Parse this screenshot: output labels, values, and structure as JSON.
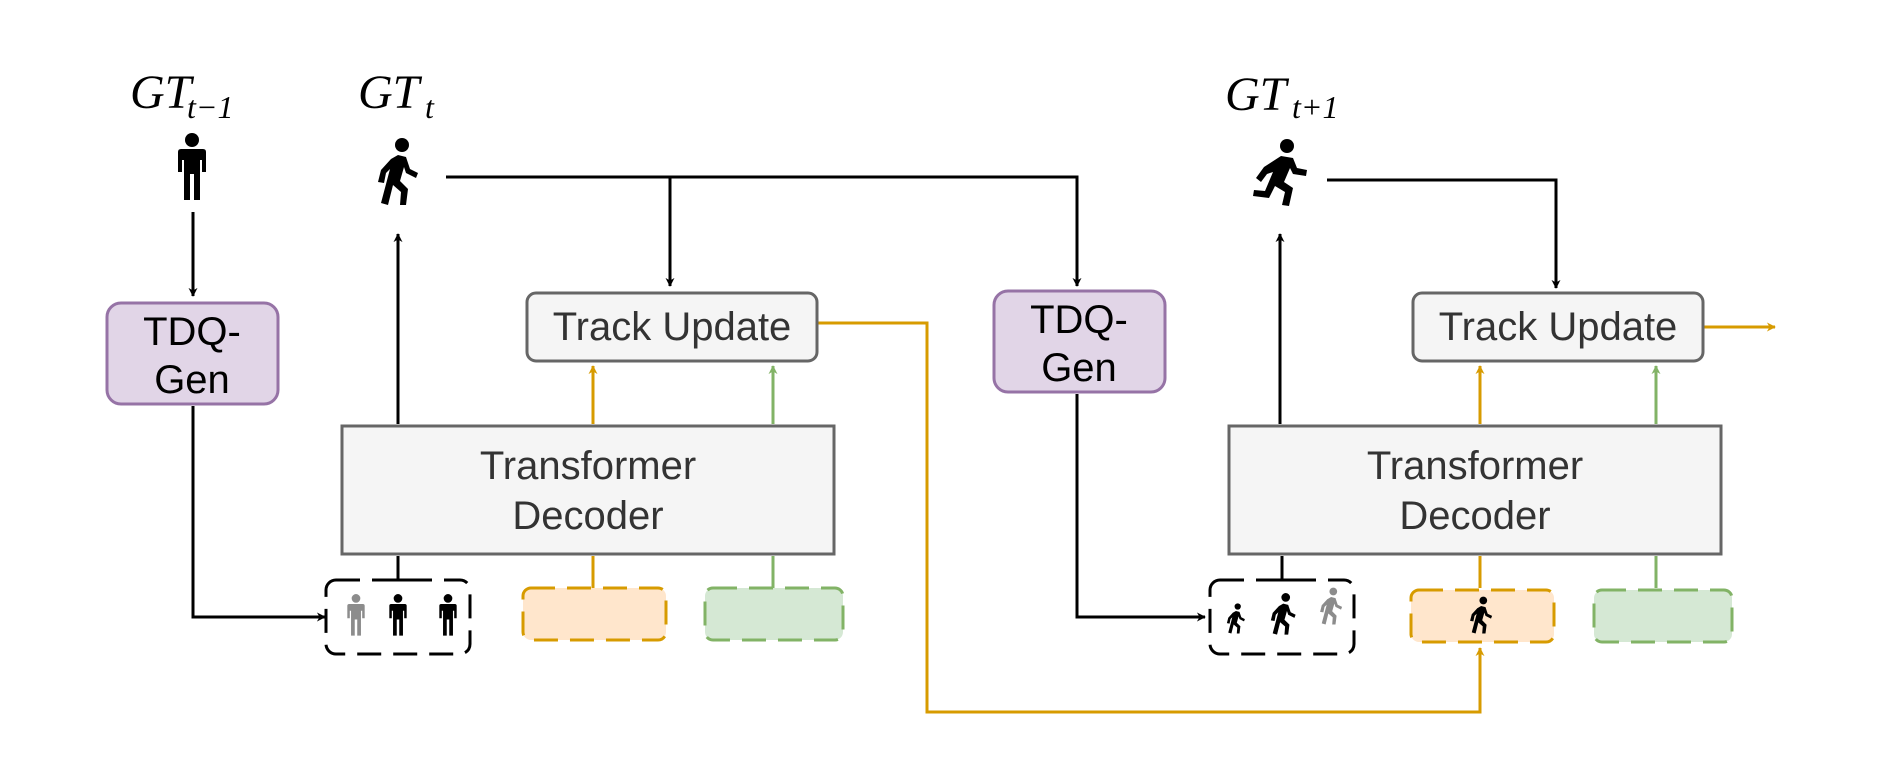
{
  "labels": {
    "gt_prev_main": "GT",
    "gt_prev_sub": "t−1",
    "gt_cur_main": "GT",
    "gt_cur_sub": "t",
    "gt_next_main": "GT",
    "gt_next_sub": "t+1",
    "tdq_gen_line1": "TDQ-",
    "tdq_gen_line2": "Gen",
    "track_update": "Track Update",
    "decoder_line1": "Transformer",
    "decoder_line2": "Decoder"
  },
  "colors": {
    "purple_fill": "#e1d5e7",
    "purple_stroke": "#9673a6",
    "gray_fill": "#f5f5f5",
    "gray_stroke": "#666666",
    "orange": "#d79b00",
    "orange_fill": "#ffe6cc",
    "green": "#82b366",
    "green_fill": "#d5e8d4",
    "black": "#000000",
    "person_gray": "#8c8c8c"
  },
  "icons": [
    "standing-person-icon",
    "walking-person-icon",
    "running-person-icon"
  ]
}
